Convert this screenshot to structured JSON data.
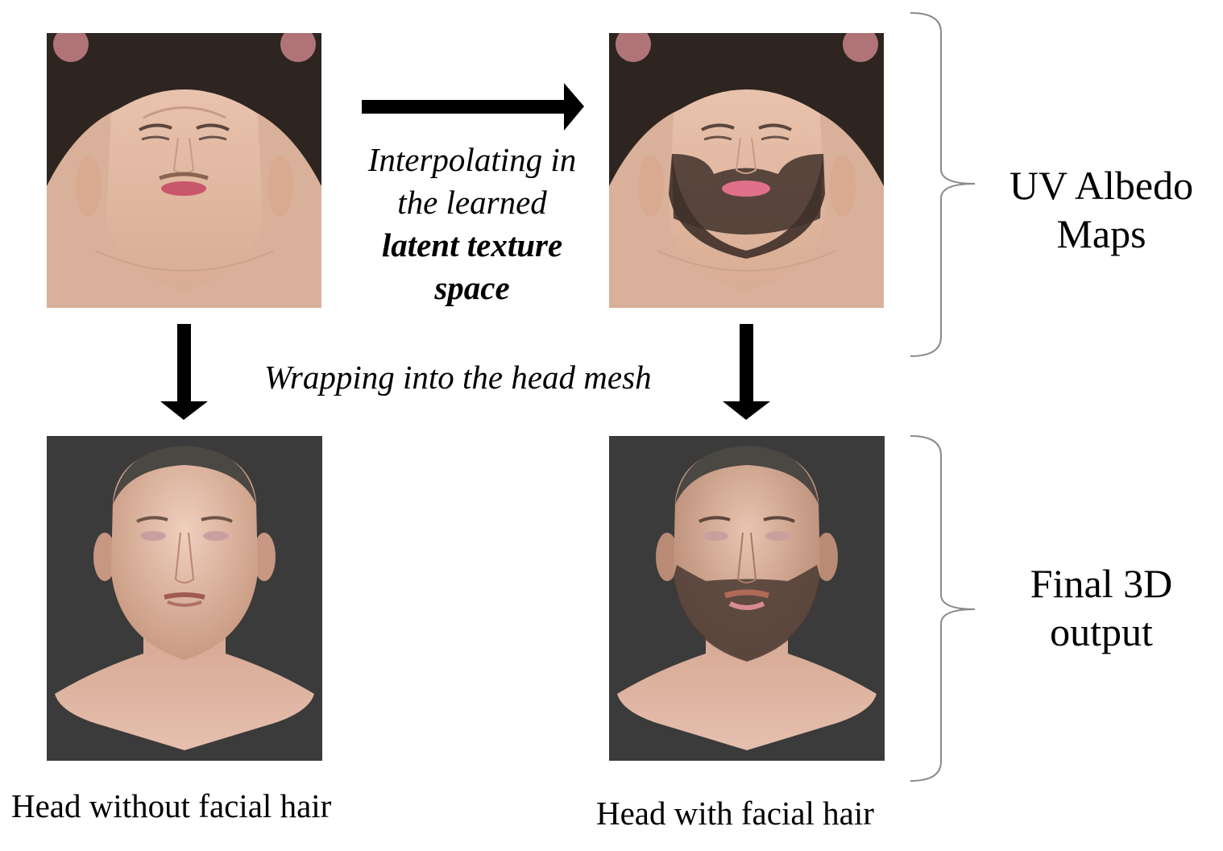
{
  "annotations": {
    "interpolation": [
      "Interpolating in",
      "the learned",
      "latent texture",
      "space"
    ],
    "wrapping": "Wrapping into the head mesh"
  },
  "labels": {
    "uv_maps": [
      "UV Albedo",
      "Maps"
    ],
    "final_output": [
      "Final 3D",
      "output"
    ]
  },
  "captions": {
    "left": "Head without facial hair",
    "right": "Head with facial hair"
  },
  "colors": {
    "render_background": "#3b3b3b",
    "uv_hair": "#2e2520",
    "skin": "#e2b8a1",
    "beard": "#3f302a",
    "arrow": "#000000",
    "bracket": "#8a8a8a"
  }
}
